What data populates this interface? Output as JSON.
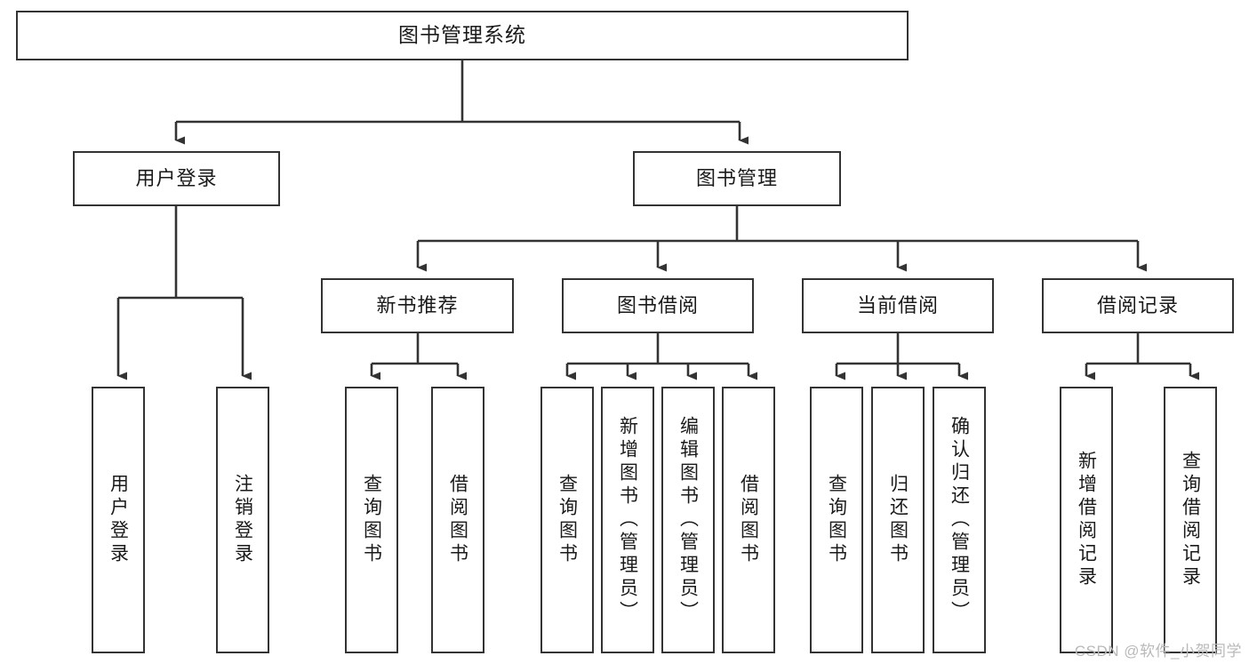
{
  "diagram": {
    "title": "图书管理系统",
    "type": "tree-hierarchy-chart",
    "colors": {
      "box_border": "#333333",
      "box_fill": "#ffffff",
      "connector": "#333333",
      "text": "#1a1a1a",
      "watermark": "#b9b9b9",
      "background": "#ffffff"
    },
    "root": {
      "label": "图书管理系统"
    },
    "level2": [
      {
        "label": "用户登录"
      },
      {
        "label": "图书管理"
      }
    ],
    "level3": [
      {
        "label": "新书推荐"
      },
      {
        "label": "图书借阅"
      },
      {
        "label": "当前借阅"
      },
      {
        "label": "借阅记录"
      }
    ],
    "leaves": {
      "user_login": [
        {
          "label": "用户登录"
        },
        {
          "label": "注销登录"
        }
      ],
      "new_book_recommend": [
        {
          "label": "查询图书"
        },
        {
          "label": "借阅图书"
        }
      ],
      "book_borrow": [
        {
          "label": "查询图书"
        },
        {
          "label": "新增图书（管理员）"
        },
        {
          "label": "编辑图书（管理员）"
        },
        {
          "label": "借阅图书"
        }
      ],
      "current_borrow": [
        {
          "label": "查询图书"
        },
        {
          "label": "归还图书"
        },
        {
          "label": "确认归还（管理员）"
        }
      ],
      "borrow_record": [
        {
          "label": "新增借阅记录"
        },
        {
          "label": "查询借阅记录"
        }
      ]
    }
  },
  "watermark": {
    "text": "CSDN @软件_小贺同学"
  }
}
